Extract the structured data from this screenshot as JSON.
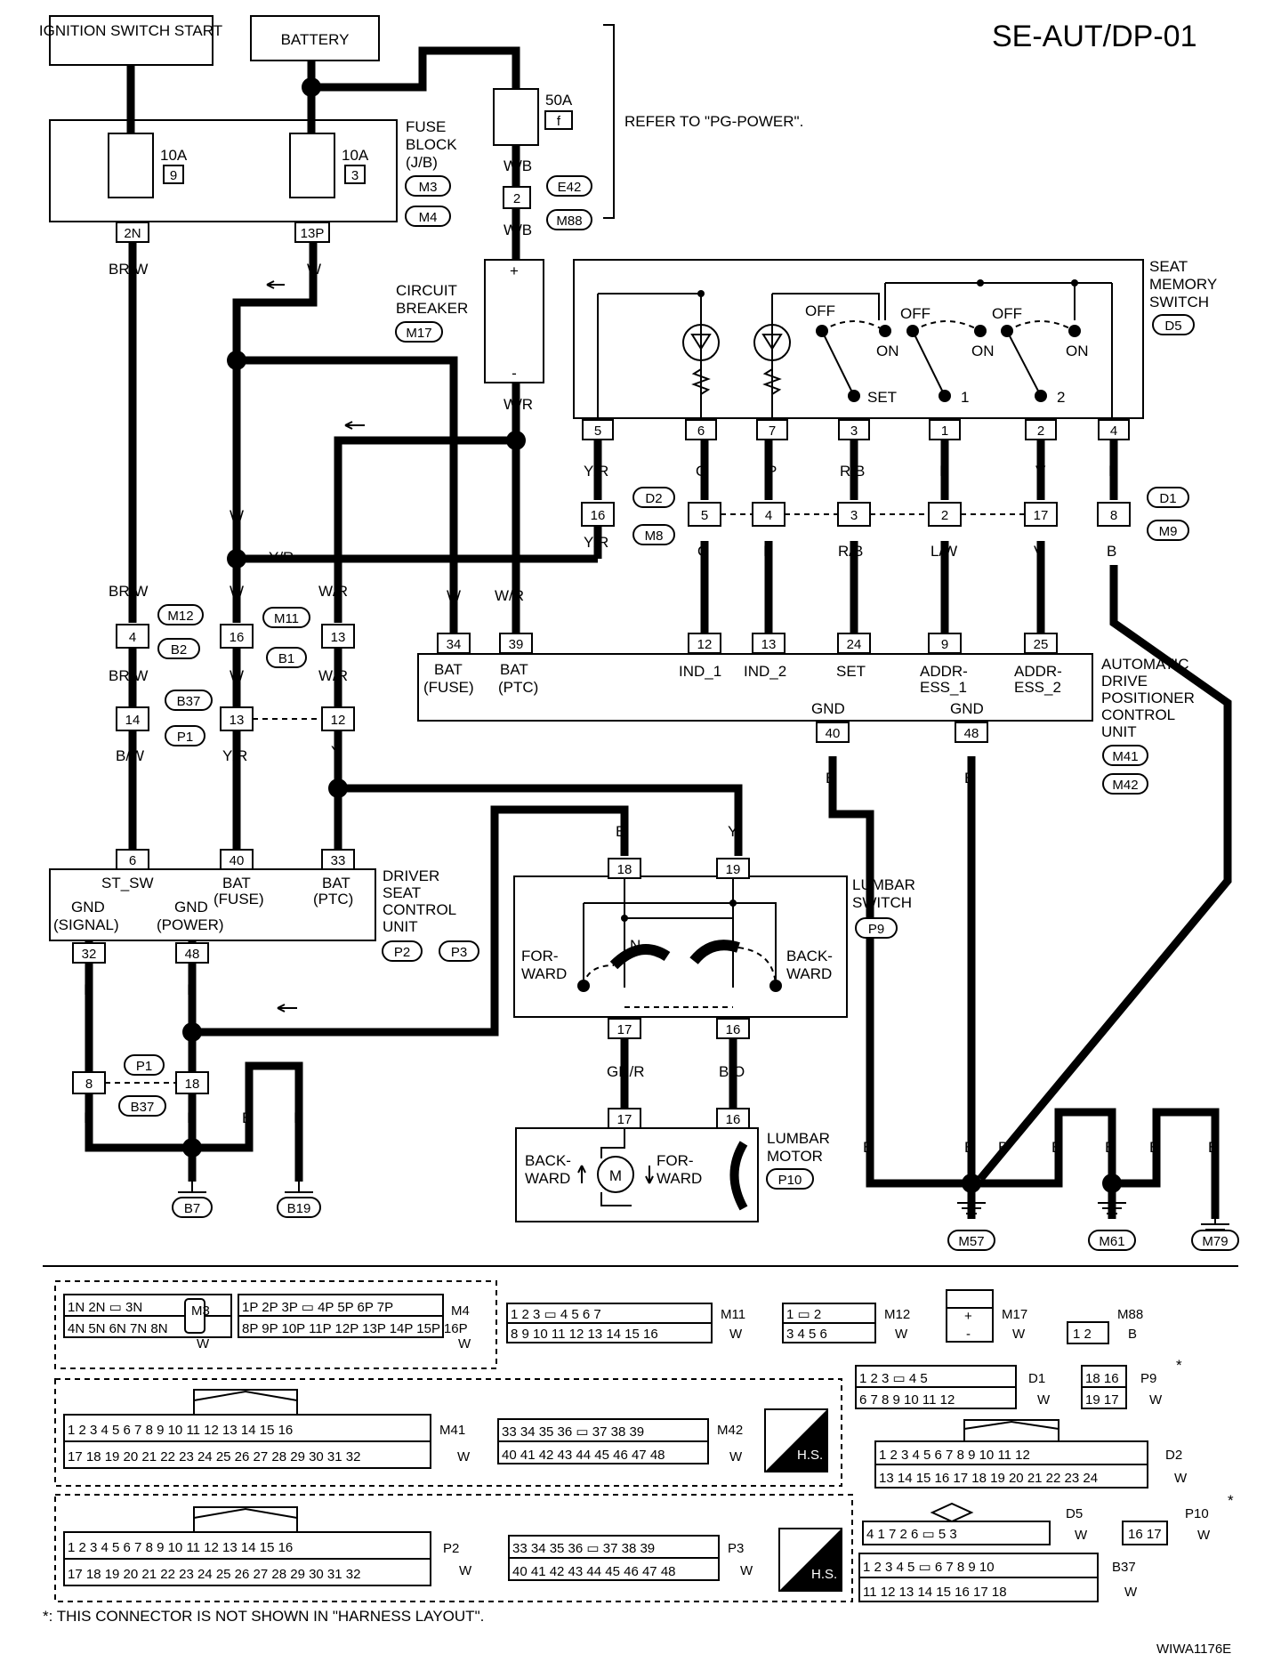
{
  "title": "SE-AUT/DP-01",
  "footnote": "*: THIS CONNECTOR IS NOT SHOWN IN \"HARNESS LAYOUT\".",
  "figure_id": "WIWA1176E",
  "refer_note": "REFER TO \"PG-POWER\".",
  "power": {
    "ignition_label": "IGNITION SWITCH START",
    "battery_label": "BATTERY"
  },
  "fuse_block": {
    "label": "FUSE BLOCK (J/B)",
    "conns": [
      "M3",
      "M4"
    ],
    "fuse_a": {
      "amps": "10A",
      "num": "9",
      "pin": "2N"
    },
    "fuse_b": {
      "amps": "10A",
      "num": "3",
      "pin": "13P"
    }
  },
  "fusible_link": {
    "amps": "50A",
    "num": "f"
  },
  "circuit_breaker": {
    "label": "CIRCUIT BREAKER",
    "conn": "M17"
  },
  "seat_memory_switch": {
    "label": "SEAT MEMORY SWITCH",
    "conn": "D5",
    "pins": [
      "5",
      "6",
      "7",
      "3",
      "1",
      "2",
      "4"
    ],
    "wire_colors": [
      "Y/R",
      "O",
      "P",
      "R/B",
      "L",
      "V",
      "B"
    ],
    "switch_labels": {
      "off": "OFF",
      "on": "ON",
      "set": "SET",
      "one": "1",
      "two": "2"
    }
  },
  "mid_connectors": {
    "left": {
      "pin": "16",
      "conns": [
        "D2",
        "M8"
      ]
    },
    "pins": [
      "5",
      "4",
      "3",
      "2",
      "17"
    ],
    "right": {
      "pin": "8",
      "conns": [
        "D1",
        "M9"
      ]
    },
    "lower_colors": [
      "O",
      "P",
      "R/B",
      "L/W",
      "V",
      "B"
    ]
  },
  "adp_unit": {
    "label": "AUTOMATIC DRIVE POSITIONER CONTROL UNIT",
    "conns": [
      "M41",
      "M42"
    ],
    "pins": [
      "34",
      "39",
      "12",
      "13",
      "24",
      "9",
      "25"
    ],
    "pin_labels": [
      "BAT (FUSE)",
      "BAT (PTC)",
      "IND_1",
      "IND_2",
      "SET",
      "ADDR-ESS_1",
      "ADDR-ESS_2"
    ],
    "gnd_pins": [
      "40",
      "48"
    ],
    "gnd_label": "GND"
  },
  "wires": {
    "br_w": "BR/W",
    "w": "W",
    "y_r": "Y/R",
    "w_r": "W/R",
    "w_b": "W/B",
    "b_w": "B/W",
    "y": "Y",
    "b": "B",
    "gr_r": "GR/R",
    "b_o": "B/O"
  },
  "left_connectors": {
    "m12_b2": {
      "pin": "4",
      "conns": [
        "M12",
        "B2"
      ]
    },
    "m11_b1": {
      "pins": [
        "16",
        "13"
      ],
      "conns": [
        "M11",
        "B1"
      ]
    },
    "b37_p1": {
      "pins": [
        "14",
        "13",
        "12"
      ],
      "conns": [
        "B37",
        "P1"
      ]
    },
    "e42_m88": {
      "pin": "2",
      "conns": [
        "E42",
        "M88"
      ]
    }
  },
  "driver_seat_unit": {
    "label": "DRIVER SEAT CONTROL UNIT",
    "conns": [
      "P2",
      "P3"
    ],
    "pins": [
      "6",
      "40",
      "33"
    ],
    "pin_labels": [
      "ST_SW",
      "BAT (FUSE)",
      "BAT (PTC)"
    ],
    "gnd_pins": [
      "32",
      "48"
    ],
    "gnd_labels": [
      "GND (SIGNAL)",
      "GND (POWER)"
    ]
  },
  "lumbar_switch": {
    "label": "LUMBAR SWITCH",
    "conn": "P9",
    "pins": [
      "18",
      "19",
      "17",
      "16"
    ],
    "labels": {
      "forward": "FOR-WARD",
      "backward": "BACK-WARD",
      "n": "N"
    }
  },
  "lumbar_motor": {
    "label": "LUMBAR MOTOR",
    "conn": "P10",
    "pins": [
      "17",
      "16"
    ],
    "labels": {
      "backward": "BACK-WARD",
      "forward": "FOR-WARD",
      "m": "M"
    }
  },
  "bottom_connectors": {
    "pins": [
      "8",
      "18"
    ],
    "conns": [
      "P1",
      "B37"
    ]
  },
  "grounds": [
    "B7",
    "B19",
    "M57",
    "M61",
    "M79"
  ],
  "connector_legend": [
    {
      "id": "M3",
      "color": "W"
    },
    {
      "id": "M4",
      "color": "W"
    },
    {
      "id": "M11",
      "color": "W"
    },
    {
      "id": "M12",
      "color": "W"
    },
    {
      "id": "M17",
      "color": "W"
    },
    {
      "id": "M88",
      "color": "B"
    },
    {
      "id": "D1",
      "color": "W"
    },
    {
      "id": "P9",
      "color": "W"
    },
    {
      "id": "M41",
      "color": "W"
    },
    {
      "id": "M42",
      "color": "W"
    },
    {
      "id": "D2",
      "color": "W"
    },
    {
      "id": "P2",
      "color": "W"
    },
    {
      "id": "P3",
      "color": "W"
    },
    {
      "id": "D5",
      "color": "W"
    },
    {
      "id": "P10",
      "color": "W"
    },
    {
      "id": "B37",
      "color": "W"
    }
  ],
  "hs_badge": "H.S."
}
